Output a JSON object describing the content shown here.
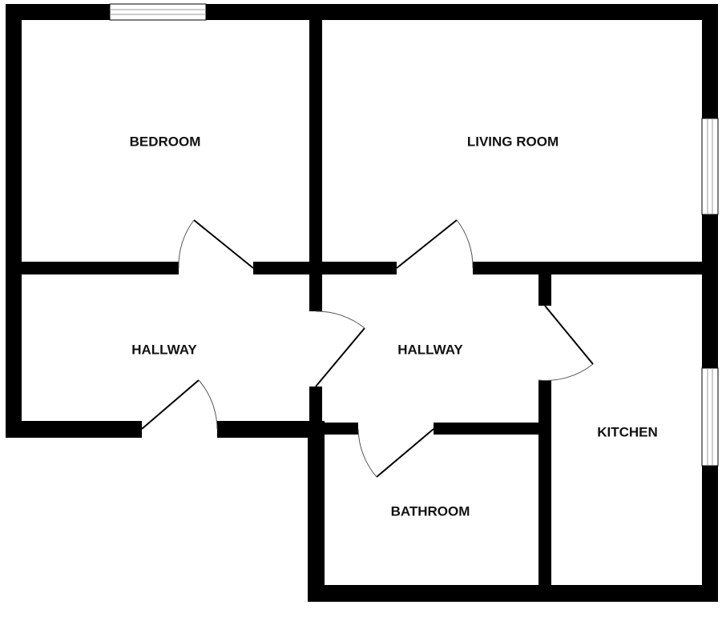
{
  "floorplan": {
    "rooms": {
      "bedroom": "BEDROOM",
      "living_room": "LIVING ROOM",
      "hallway_left": "HALLWAY",
      "hallway_right": "HALLWAY",
      "kitchen": "KITCHEN",
      "bathroom": "BATHROOM"
    },
    "colors": {
      "wall": "#000000",
      "background": "#ffffff",
      "text": "#111111"
    }
  }
}
